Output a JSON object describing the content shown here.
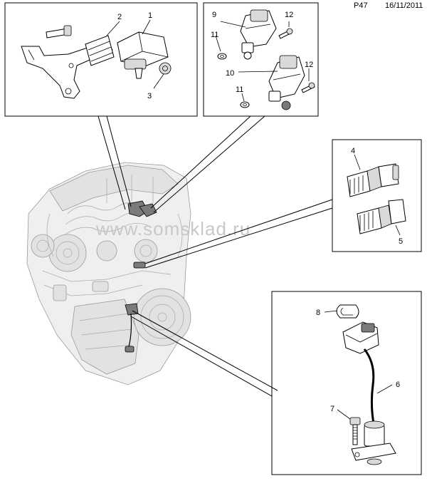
{
  "header": {
    "page_code": "P47",
    "date": "16/11/2011"
  },
  "watermark": "www.somsklad.ru",
  "callouts": {
    "c1": "1",
    "c2": "2",
    "c3": "3",
    "c4": "4",
    "c5": "5",
    "c6": "6",
    "c7": "7",
    "c8": "8",
    "c9": "9",
    "c10": "10",
    "c11a": "11",
    "c11b": "11",
    "c12a": "12",
    "c12b": "12"
  }
}
